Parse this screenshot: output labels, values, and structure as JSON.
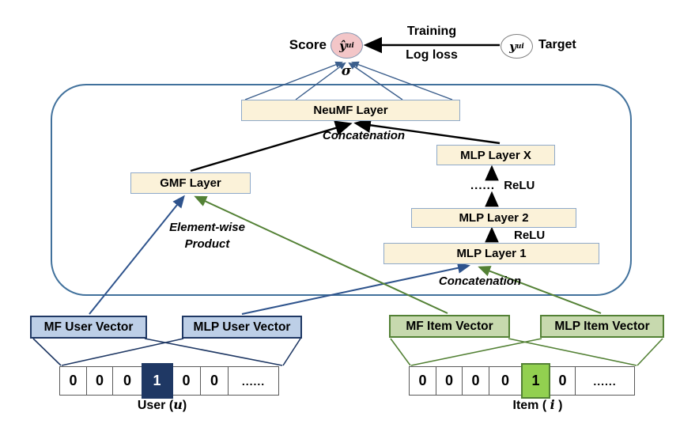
{
  "colors": {
    "container_border": "#41719C",
    "layer_fill": "#FBF2D9",
    "layer_border": "#8EA9C9",
    "user_fill": "#BDCFE7",
    "user_border": "#1F3864",
    "user_arrow": "#2E538C",
    "item_fill": "#C7D9AE",
    "item_border": "#538135",
    "item_arrow": "#538135",
    "score_circle_fill": "#F3C6C8",
    "hot_user_cell": "#1F3864",
    "hot_item_cell": "#92D050",
    "black": "#000000"
  },
  "top": {
    "score_label": "Score",
    "score_symbol": "ŷ",
    "score_sub": "ui",
    "sigma": "σ",
    "training_label": "Training",
    "logloss_label": "Log loss",
    "target_symbol": "y",
    "target_sub": "ui",
    "target_label": "Target"
  },
  "network": {
    "neumf_label": "NeuMF Layer",
    "concat_top_label": "Concatenation",
    "gmf_label": "GMF Layer",
    "elementwise_line1": "Element-wise",
    "elementwise_line2": "Product",
    "mlp_x_label": "MLP Layer X",
    "dots_label": "......",
    "relu_upper_label": "ReLU",
    "mlp_2_label": "MLP Layer 2",
    "relu_lower_label": "ReLU",
    "mlp_1_label": "MLP Layer 1",
    "concat_bottom_label": "Concatenation"
  },
  "user": {
    "mf_box_label": "MF User Vector",
    "mlp_box_label": "MLP User Vector",
    "cells": [
      "0",
      "0",
      "0",
      "1",
      "0",
      "0",
      "......"
    ],
    "hot_index": 3,
    "label_prefix": "User (",
    "label_var": "u",
    "label_suffix": ")"
  },
  "item": {
    "mf_box_label": "MF Item Vector",
    "mlp_box_label": "MLP Item Vector",
    "cells": [
      "0",
      "0",
      "0",
      "0",
      "1",
      "0",
      "......"
    ],
    "hot_index": 4,
    "label_prefix": "Item ( ",
    "label_var": "i",
    "label_suffix": " )"
  }
}
